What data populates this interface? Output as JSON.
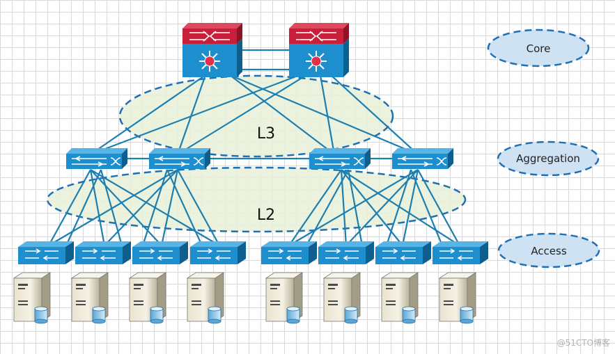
{
  "layers": {
    "core": "Core",
    "aggregation": "Aggregation",
    "access": "Access"
  },
  "zones": {
    "l3": "L3",
    "l2": "L2"
  },
  "watermark": "@51CTO博客",
  "colors": {
    "switch_blue": "#1e8fce",
    "core_red": "#c8203a",
    "link": "#1c7fb0",
    "zone_fill": "#e8f0d8",
    "zone_stroke": "#1f6fb5",
    "layer_fill": "#cfe2f3"
  }
}
